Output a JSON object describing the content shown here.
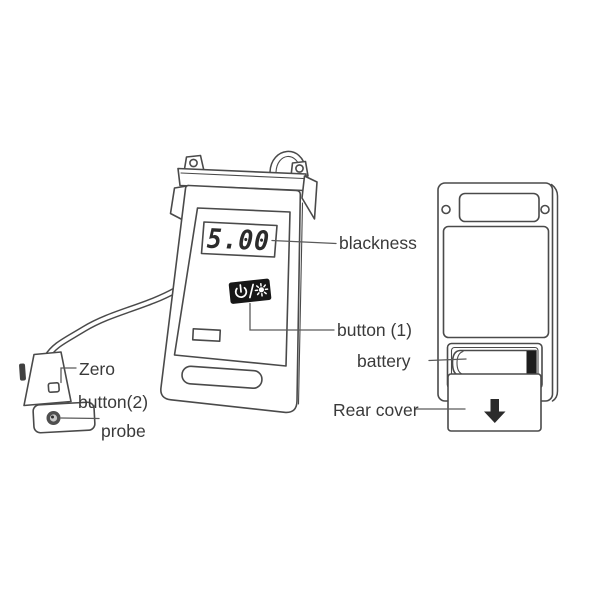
{
  "diagram": {
    "description": "labeled line diagram of a handheld blackness meter, front view with probe and rear view with battery compartment",
    "display": {
      "value": "5.00"
    },
    "labels": {
      "blackness": "blackness",
      "button1": "button (1)",
      "battery": "battery",
      "rear_cover": "Rear cover",
      "zero": "Zero",
      "button2": "button(2)",
      "probe": "probe"
    },
    "icons": [
      "power-icon",
      "backlight-icon",
      "down-arrow-icon",
      "screw-icon",
      "lanyard-loop"
    ],
    "colors": {
      "line": "#4a4a4a",
      "text": "#3a3a3a",
      "button_fill": "#171717",
      "icon_on_button": "#ffffff",
      "arrow_fill": "#2b2b2b",
      "background": "#ffffff"
    }
  }
}
